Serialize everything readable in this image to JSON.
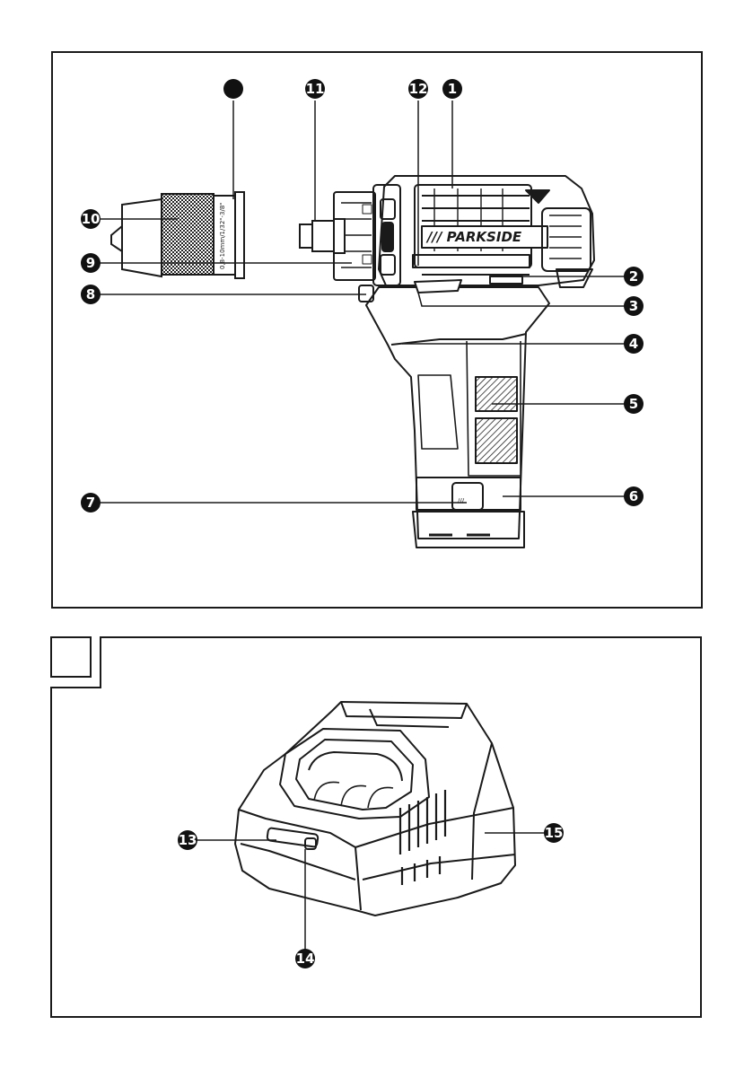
{
  "figure_a": {
    "brand_label": "/// PARKSIDE",
    "chuck_marking": "0,8-10mm/1/32\"-3/8\"",
    "callouts": [
      "1",
      "2",
      "3",
      "4",
      "5",
      "6",
      "7",
      "8",
      "9",
      "10",
      "11",
      "12"
    ]
  },
  "figure_b": {
    "callouts": [
      "13",
      "14",
      "15"
    ]
  }
}
